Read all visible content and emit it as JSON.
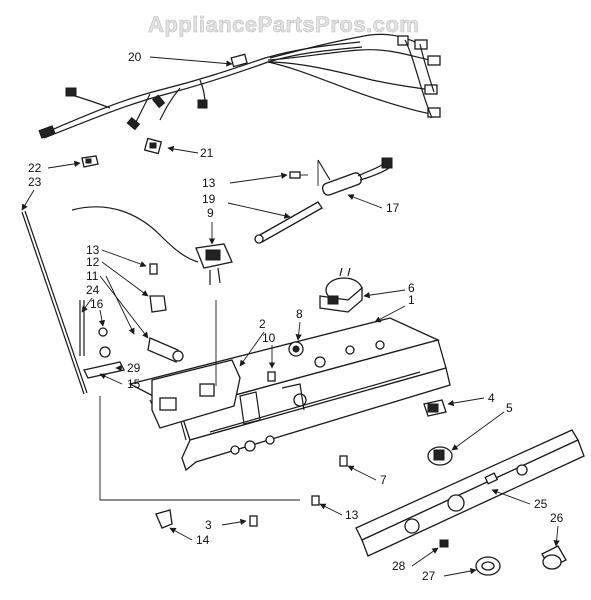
{
  "watermark": "AppliancePartsPros.com",
  "callouts": {
    "c1": "1",
    "c2": "2",
    "c3": "3",
    "c4": "4",
    "c5": "5",
    "c6": "6",
    "c7": "7",
    "c8": "8",
    "c9": "9",
    "c10": "10",
    "c11": "11",
    "c12": "12",
    "c13a": "13",
    "c13b": "13",
    "c13c": "13",
    "c14": "14",
    "c15": "15",
    "c16": "16",
    "c17": "17",
    "c19": "19",
    "c20": "20",
    "c21": "21",
    "c22": "22",
    "c23": "23",
    "c24": "24",
    "c25": "25",
    "c26": "26",
    "c27": "27",
    "c28": "28",
    "c29": "29"
  },
  "colors": {
    "line": "#1a1a1a",
    "watermark": "#e2e2e2",
    "background": "#ffffff"
  }
}
